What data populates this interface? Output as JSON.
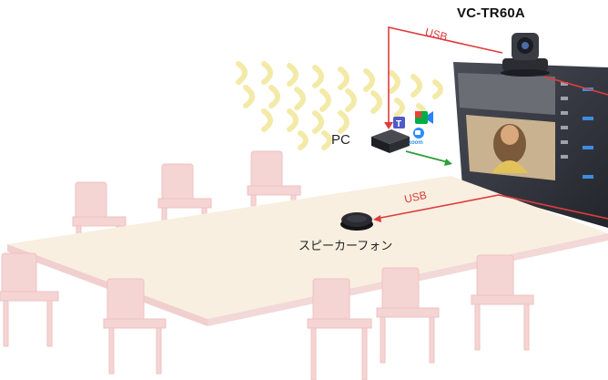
{
  "camera_label": "VC-TR60A",
  "pc_label": "PC",
  "speaker_label": "スピーカーフォン",
  "usb_top_label": "USB",
  "usb_mid_label": "USB",
  "zoom_text": "zoom",
  "colors": {
    "usb_cable": "#e03c3c",
    "hdmi_cable": "#2e9e3a",
    "table": "#f8efe0",
    "chair": "#f5d4d4",
    "sound_wave": "#f2e79a"
  },
  "icons": [
    "teams-icon",
    "meet-icon",
    "zoom-icon",
    "ptz-camera-icon",
    "mini-pc-icon",
    "speakerphone-icon",
    "display-screen-icon"
  ]
}
